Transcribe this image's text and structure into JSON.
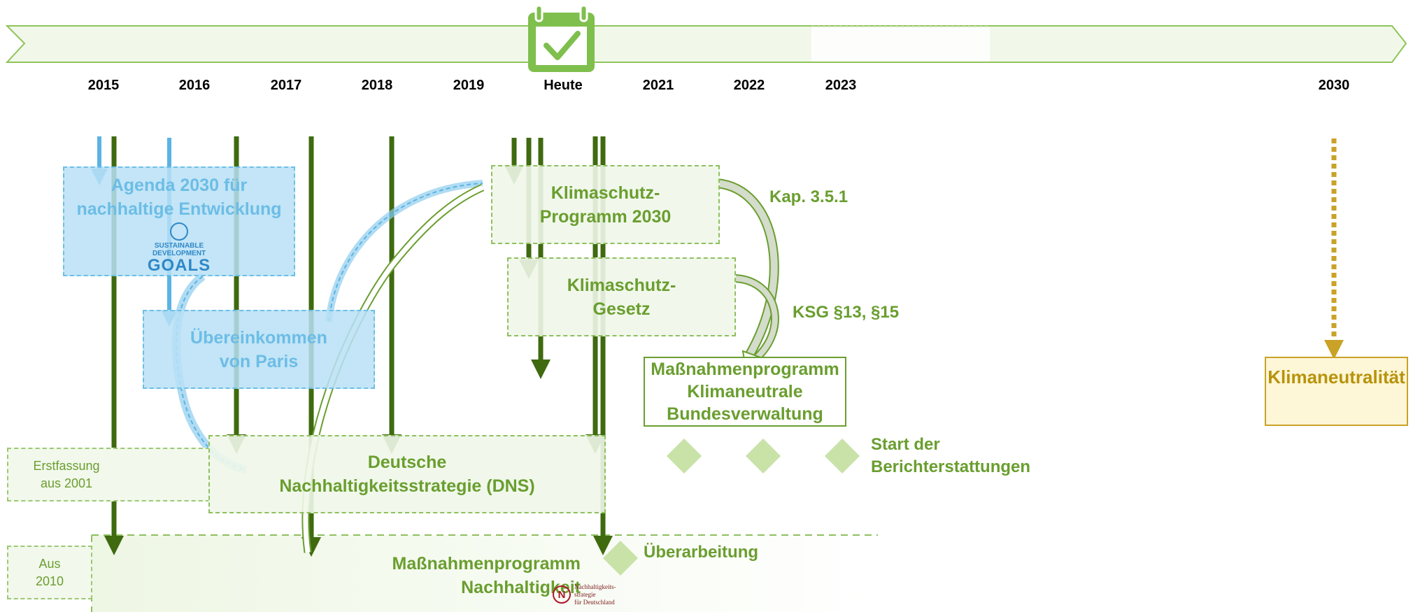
{
  "timeline": {
    "years": [
      "2015",
      "2016",
      "2017",
      "2018",
      "2019",
      "Heute",
      "2021",
      "2022",
      "2023",
      "2030"
    ]
  },
  "boxes": {
    "agenda": "Agenda 2030 für\nnachhaltige Entwicklung",
    "sdg_logo": {
      "line1": "SUSTAINABLE",
      "line2": "DEVELOPMENT",
      "line3": "GOALS"
    },
    "paris": "Übereinkommen\nvon Paris",
    "ksp": "Klimaschutz-\nProgramm 2030",
    "ksg": "Klimaschutz-\nGesetz",
    "mpkb": "Maßnahmenprogramm\nKlimaneutrale\nBundesverwaltung",
    "dns": "Deutsche\nNachhaltigkeitsstrategie (DNS)",
    "erst": "Erstfassung\naus 2001",
    "aus2010": "Aus\n2010",
    "mpn": "Maßnahmenprogramm\nNachhaltigkeit",
    "kn": "Klimaneutralität"
  },
  "labels": {
    "kap": "Kap. 3.5.1",
    "ksg_ref": "KSG §13, §15",
    "start": "Start der\nBerichterstattungen",
    "ueber": "Überarbeitung"
  },
  "dns_logo": {
    "letter": "N",
    "text": "Nachhaltigkeits-\nstrategie\nfür Deutschland"
  },
  "colors": {
    "green_dark": "#3f6a10",
    "green_text": "#6a9e2f",
    "blue": "#5bb3e3",
    "gold": "#b8930b",
    "diamond": "#c8e2a8"
  }
}
